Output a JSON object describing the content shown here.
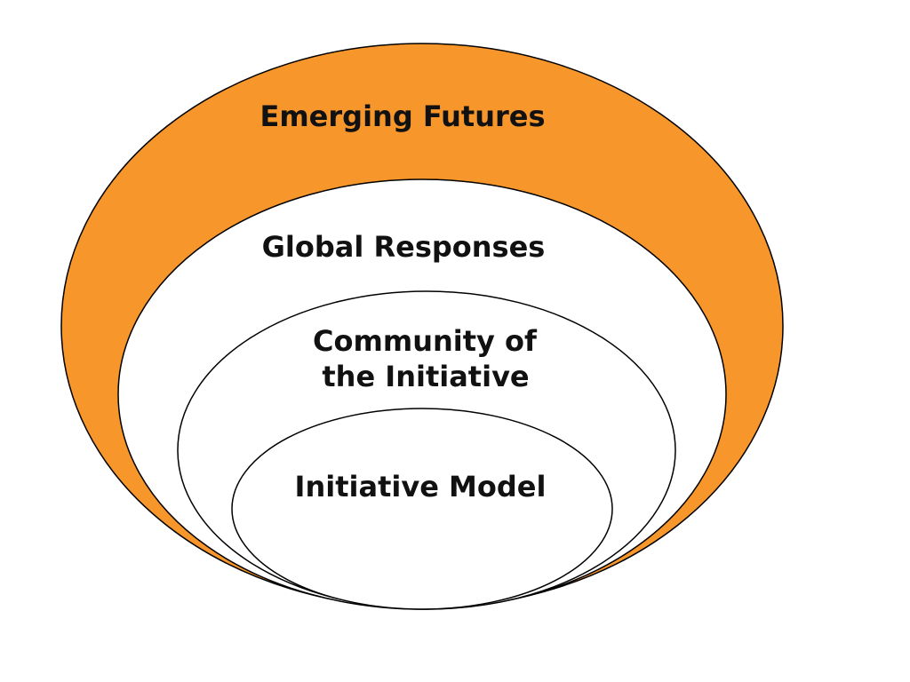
{
  "diagram": {
    "type": "nested-ellipses",
    "colors": {
      "outer_fill": "#f7962b",
      "inner_fill": "#ffffff",
      "stroke": "#000000",
      "text": "#111111"
    },
    "layers": [
      {
        "label": "Emerging Futures"
      },
      {
        "label": "Global Responses"
      },
      {
        "label_line1": "Community of",
        "label_line2": "the Initiative"
      },
      {
        "label": "Initiative Model"
      }
    ]
  }
}
